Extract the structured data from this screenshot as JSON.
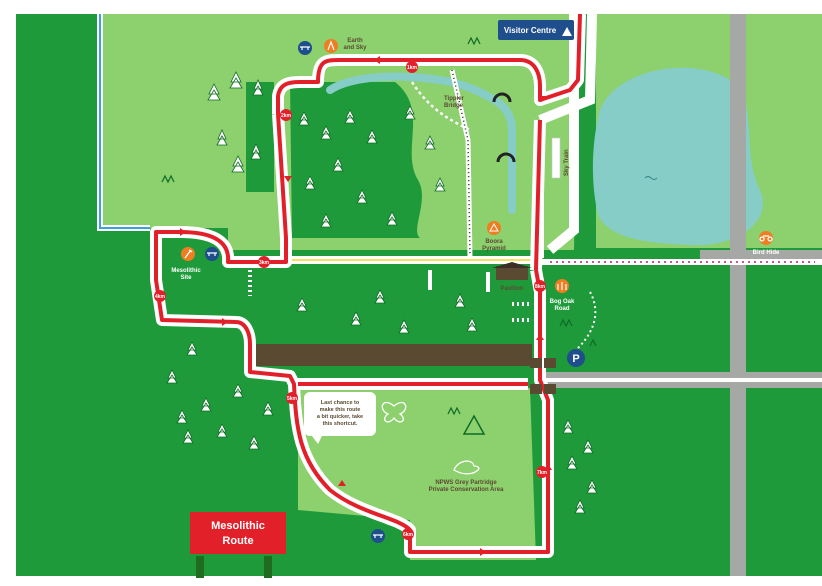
{
  "title": {
    "line1": "Mesolithic",
    "line2": "Route"
  },
  "visitor_centre": "Visitor Centre",
  "labels": {
    "earth_and_sky_1": "Earth",
    "earth_and_sky_2": "and Sky",
    "tippler_bridge_1": "Tippler",
    "tippler_bridge_2": "Bridge",
    "boora_pyramid_1": "Boora",
    "boora_pyramid_2": "Pyramid",
    "sky_train": "Sky Train",
    "bird_hide": "Bird Hide",
    "pavilion": "Pavilion",
    "bog_oak_road_1": "Bog Oak",
    "bog_oak_road_2": "Road",
    "mesolithic_site_1": "Mesolithic",
    "mesolithic_site_2": "Site",
    "npws_1": "NPWS Grey Partridge",
    "npws_2": "Private Conservation Area",
    "parking": "P"
  },
  "shortcut_note": [
    "Last chance to",
    "make this route",
    "a bit quicker, take",
    "this shortcut."
  ],
  "km_markers": [
    "1km",
    "2km",
    "3km",
    "4km",
    "5km",
    "6km",
    "7km",
    "8km"
  ],
  "colors": {
    "grass": "#8dd06e",
    "forest": "#1f9a3b",
    "route": "#e1202a",
    "water": "#86cdc8",
    "road": "#a5a8a5",
    "poi": "#ef7d22",
    "picnic": "#1e4e8c",
    "bog": "#5b4a32"
  }
}
